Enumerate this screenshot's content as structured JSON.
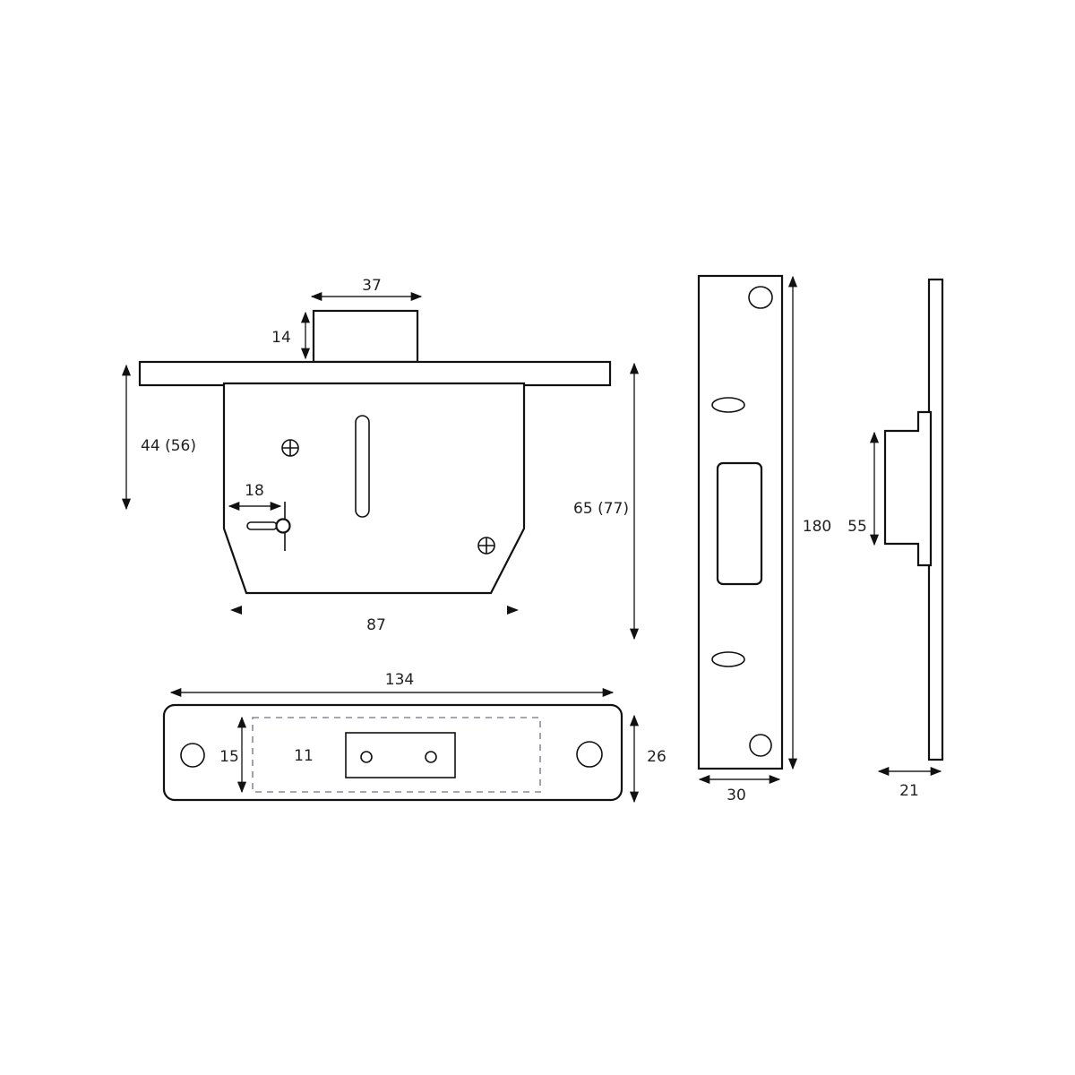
{
  "dimensions": {
    "bolt_width": "37",
    "bolt_throw": "14",
    "backset": "44 (56)",
    "keyhole_offset": "18",
    "case_width": "87",
    "case_height": "65 (77)",
    "forend_length": "134",
    "forend_inner": "15",
    "forend_bolt": "11",
    "forend_width": "26",
    "strike_length": "180",
    "strike_width": "30",
    "box_height": "55",
    "strike_depth": "21"
  },
  "colors": {
    "line": "#111111",
    "dashed": "#8a8a96"
  }
}
